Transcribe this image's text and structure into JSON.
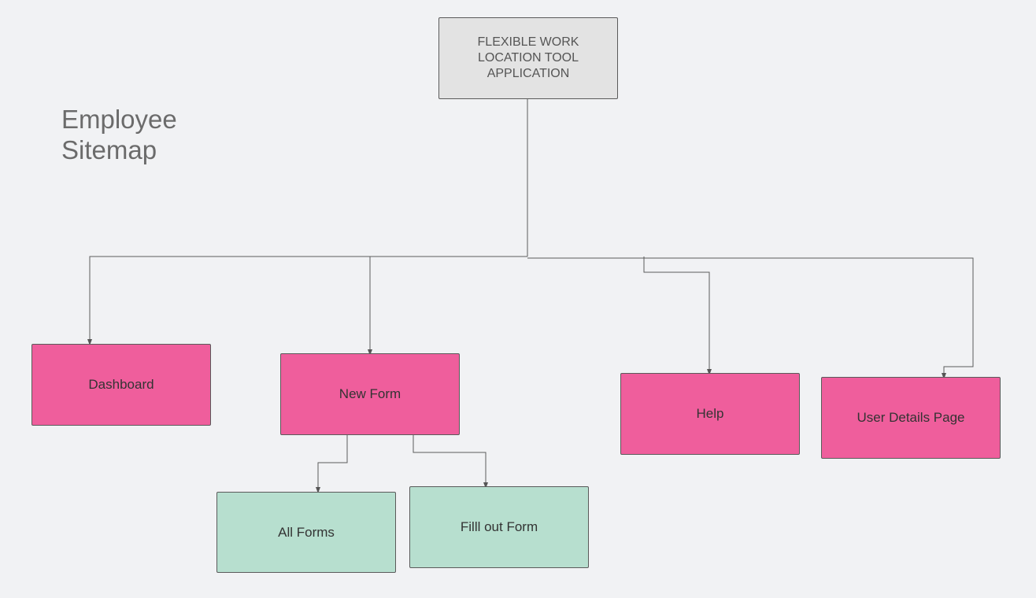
{
  "diagram": {
    "title_lines": [
      "Employee",
      "Sitemap"
    ],
    "root": {
      "label": "FLEXIBLE WORK LOCATION TOOL APPLICATION",
      "color": "#e3e3e3"
    },
    "pages": [
      {
        "id": "dashboard",
        "label": "Dashboard",
        "color": "#ef5e9c"
      },
      {
        "id": "new-form",
        "label": "New Form",
        "color": "#ef5e9c"
      },
      {
        "id": "help",
        "label": "Help",
        "color": "#ef5e9c"
      },
      {
        "id": "user-details",
        "label": "User Details Page",
        "color": "#ef5e9c"
      }
    ],
    "sub_pages": [
      {
        "id": "all-forms",
        "label": "All Forms",
        "parent": "new-form",
        "color": "#b7dfcf"
      },
      {
        "id": "fill-out-form",
        "label": "Filll out Form",
        "parent": "new-form",
        "color": "#b7dfcf"
      }
    ]
  }
}
